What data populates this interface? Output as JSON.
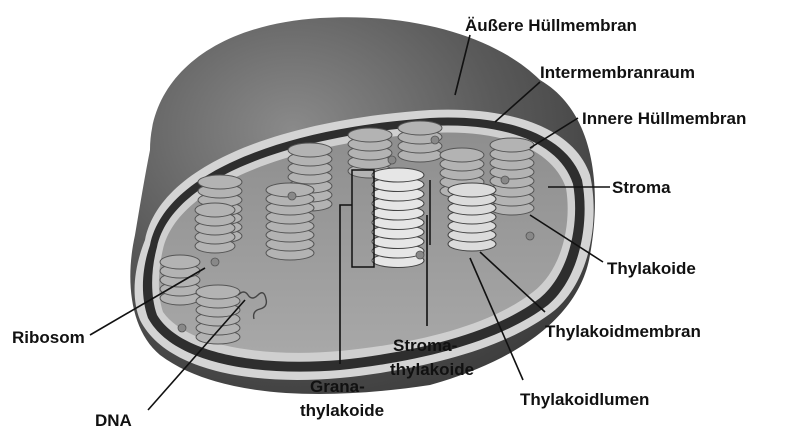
{
  "diagram": {
    "labels": {
      "outer_membrane": "Äußere Hüllmembran",
      "intermembrane_space": "Intermembranraum",
      "inner_membrane": "Innere Hüllmembran",
      "stroma": "Stroma",
      "thylakoids": "Thylakoide",
      "thylakoid_membrane": "Thylakoidmembran",
      "thylakoid_lumen": "Thylakoidlumen",
      "stroma_thylakoid_line1": "Stroma-",
      "stroma_thylakoid_line2": "thylakoide",
      "grana_thylakoid_line1": "Grana-",
      "grana_thylakoid_line2": "thylakoide",
      "ribosome": "Ribosom",
      "dna": "DNA"
    },
    "colors": {
      "outer_body": "#5a5a5a",
      "membrane_light": "#d4d4d4",
      "inner_dark": "#2e2e2e",
      "stroma": "#9e9e9e",
      "disc": "#b3b3b3",
      "disc_edge": "#555555"
    }
  }
}
